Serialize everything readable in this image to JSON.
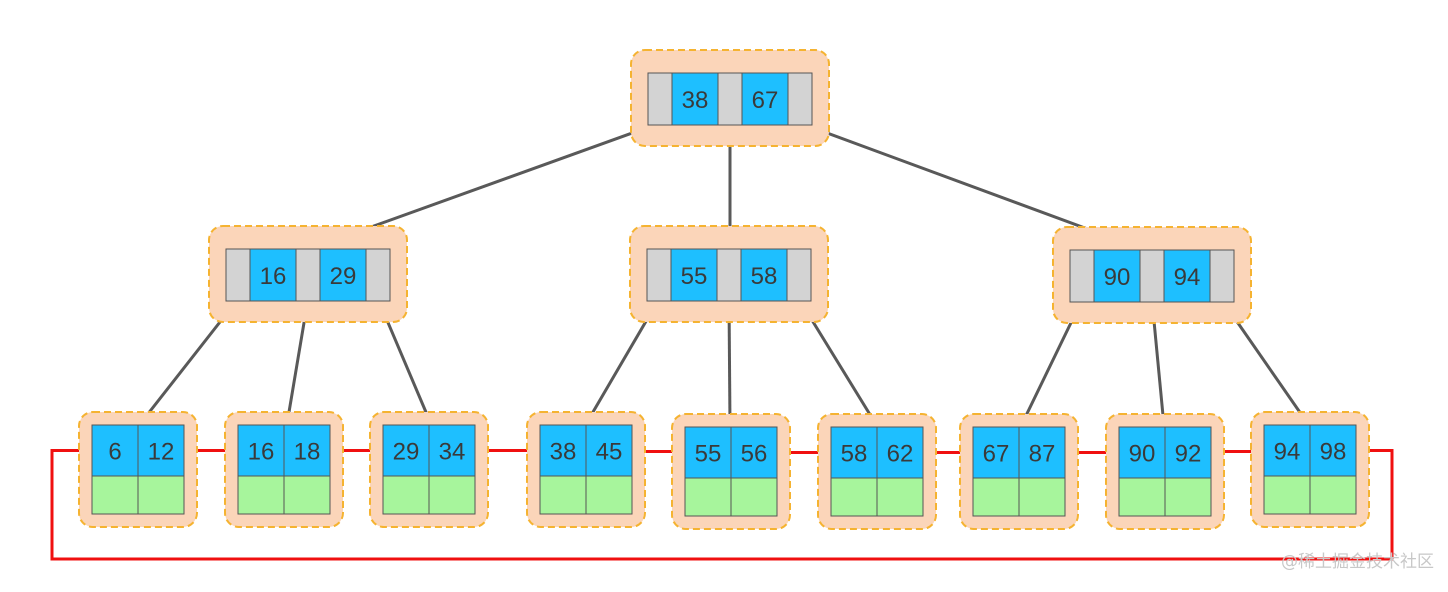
{
  "tree": {
    "root": {
      "keys": [
        "38",
        "67"
      ]
    },
    "internal": [
      {
        "keys": [
          "16",
          "29"
        ]
      },
      {
        "keys": [
          "55",
          "58"
        ]
      },
      {
        "keys": [
          "90",
          "94"
        ]
      }
    ],
    "leaves": [
      {
        "keys": [
          "6",
          "12"
        ]
      },
      {
        "keys": [
          "16",
          "18"
        ]
      },
      {
        "keys": [
          "29",
          "34"
        ]
      },
      {
        "keys": [
          "38",
          "45"
        ]
      },
      {
        "keys": [
          "55",
          "56"
        ]
      },
      {
        "keys": [
          "58",
          "62"
        ]
      },
      {
        "keys": [
          "67",
          "87"
        ]
      },
      {
        "keys": [
          "90",
          "92"
        ]
      },
      {
        "keys": [
          "94",
          "98"
        ]
      }
    ]
  },
  "colors": {
    "key_cell": "#1ebfff",
    "pointer_cell": "#d3d3d3",
    "data_cell": "#a7f59c",
    "node_fill": "#fbd5b9",
    "node_border": "#f5b331",
    "tree_edge": "#595959",
    "leaf_link": "#f01010"
  },
  "watermark": "@稀土掘金技术社区"
}
